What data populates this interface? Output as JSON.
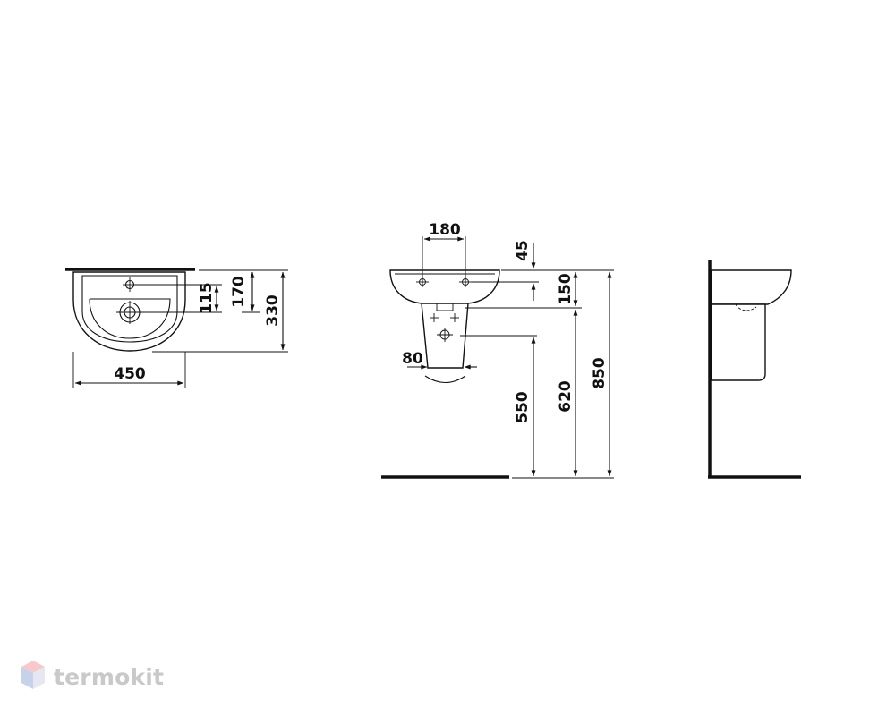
{
  "dimensions": {
    "top_view": {
      "width": "450",
      "depth": "330",
      "tap_offset": "170",
      "drain_offset": "115"
    },
    "front_view": {
      "tap_spacing": "180",
      "top_rim": "45",
      "basin_height": "150",
      "pedestal_width": "80",
      "waste_height": "550",
      "pedestal_height": "620",
      "total_height": "850"
    }
  },
  "brand": {
    "name": "termokit",
    "icon": "cube-logo-icon",
    "colors": {
      "text": "#c9c9c9",
      "face_top": "#f7c9cc",
      "face_left": "#c7d2ea",
      "face_right": "#e7e7f3"
    }
  }
}
